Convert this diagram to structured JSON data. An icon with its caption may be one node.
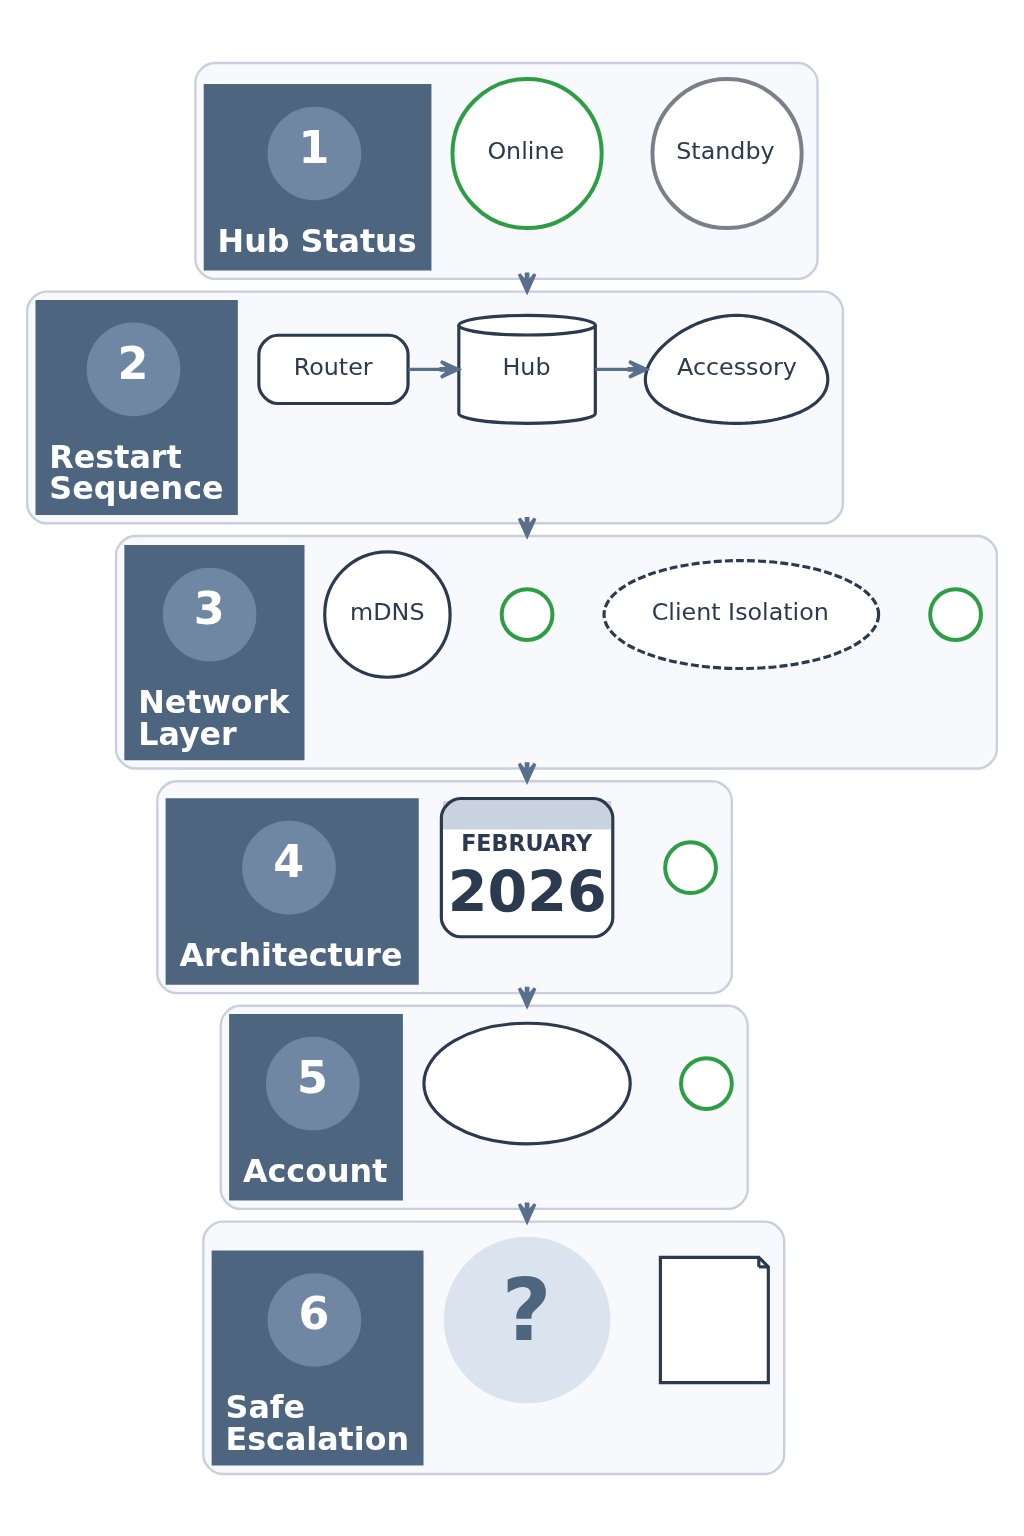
{
  "diagram": {
    "nodes": [
      {
        "text": [],
        "shape": "box"
      },
      {
        "text": [
          "Hub Status"
        ],
        "in": 0
      },
      {
        "text": [
          "1"
        ],
        "in": 1
      },
      {
        "text": [
          "Online"
        ],
        "in": 0
      },
      {
        "text": [
          "Standby"
        ],
        "in": 0
      },
      {
        "text": [],
        "shape": "box"
      },
      {
        "text": [
          "Restart Sequence"
        ],
        "in": 5
      },
      {
        "text": [
          "2"
        ],
        "in": 6
      },
      {
        "text": [
          "Router"
        ],
        "in": 5
      },
      {
        "text": [
          "Hub"
        ],
        "in": 5
      },
      {
        "text": [
          "Accessory"
        ],
        "in": 5
      },
      {
        "text": [],
        "shape": "box"
      },
      {
        "text": [
          "Network Layer"
        ],
        "in": 11
      },
      {
        "text": [
          "3"
        ],
        "in": 12
      },
      {
        "text": [
          "mDNS"
        ],
        "in": 11
      },
      {
        "text": [],
        "shape": "circle",
        "in": 11
      },
      {
        "text": [
          "Client Isolation"
        ],
        "in": 11
      },
      {
        "text": [],
        "shape": "circle",
        "in": 11
      },
      {
        "text": [],
        "shape": "box"
      },
      {
        "text": [
          "Architecture"
        ],
        "in": 18
      },
      {
        "text": [
          "4"
        ],
        "in": 19
      },
      {
        "text": [
          "FEBRUARY",
          "2026"
        ],
        "in": 18
      },
      {
        "text": [],
        "shape": "circle",
        "in": 18
      },
      {
        "text": [],
        "shape": "box"
      },
      {
        "text": [
          "Account"
        ],
        "in": 23
      },
      {
        "text": [
          "5"
        ],
        "in": 24
      },
      {
        "text": [],
        "shape": "cloud",
        "in": 23
      },
      {
        "text": [],
        "shape": "circle",
        "in": 23
      },
      {
        "text": [],
        "shape": "box"
      },
      {
        "text": [
          "Safe Escalation"
        ],
        "in": 28
      },
      {
        "text": [
          "6"
        ],
        "in": 29
      },
      {
        "text": [
          "?"
        ],
        "in": 28
      },
      {
        "text": [],
        "shape": "picture",
        "in": 28
      }
    ],
    "edges": [
      {
        "from": 0,
        "to": 5,
        "arrow": "to"
      },
      {
        "from": 8,
        "to": 9,
        "arrow": "to"
      },
      {
        "from": 9,
        "to": 10,
        "arrow": "to"
      },
      {
        "from": 5,
        "to": 11,
        "arrow": "to"
      },
      {
        "from": 11,
        "to": 18,
        "arrow": "to"
      },
      {
        "from": 18,
        "to": 23,
        "arrow": "to"
      },
      {
        "from": 23,
        "to": 28,
        "arrow": "to"
      }
    ]
  }
}
